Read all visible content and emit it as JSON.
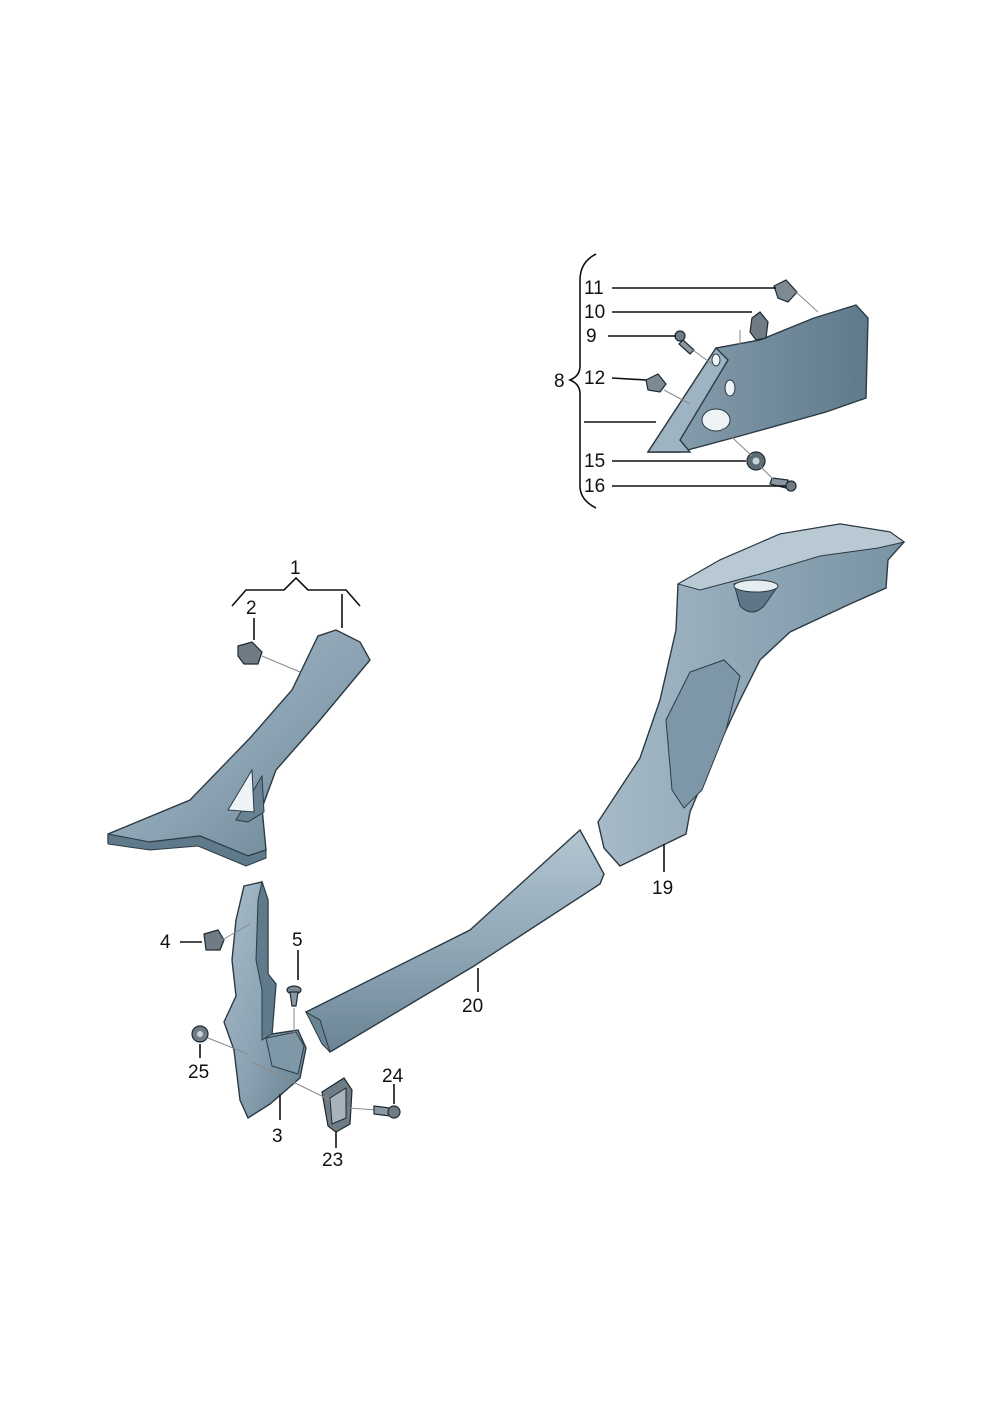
{
  "diagram": {
    "labels": {
      "p1": "1",
      "p2": "2",
      "p3": "3",
      "p4": "4",
      "p5": "5",
      "p8": "8",
      "p9": "9",
      "p10": "10",
      "p11": "11",
      "p12": "12",
      "p15": "15",
      "p16": "16",
      "p19": "19",
      "p20": "20",
      "p23": "23",
      "p24": "24",
      "p25": "25"
    },
    "colors": {
      "panel_light": "#9fb4c2",
      "panel_mid": "#7f98a8",
      "panel_dark": "#5f7a8b",
      "fastener": "#6f7c86",
      "outline": "#2c3a44"
    }
  }
}
